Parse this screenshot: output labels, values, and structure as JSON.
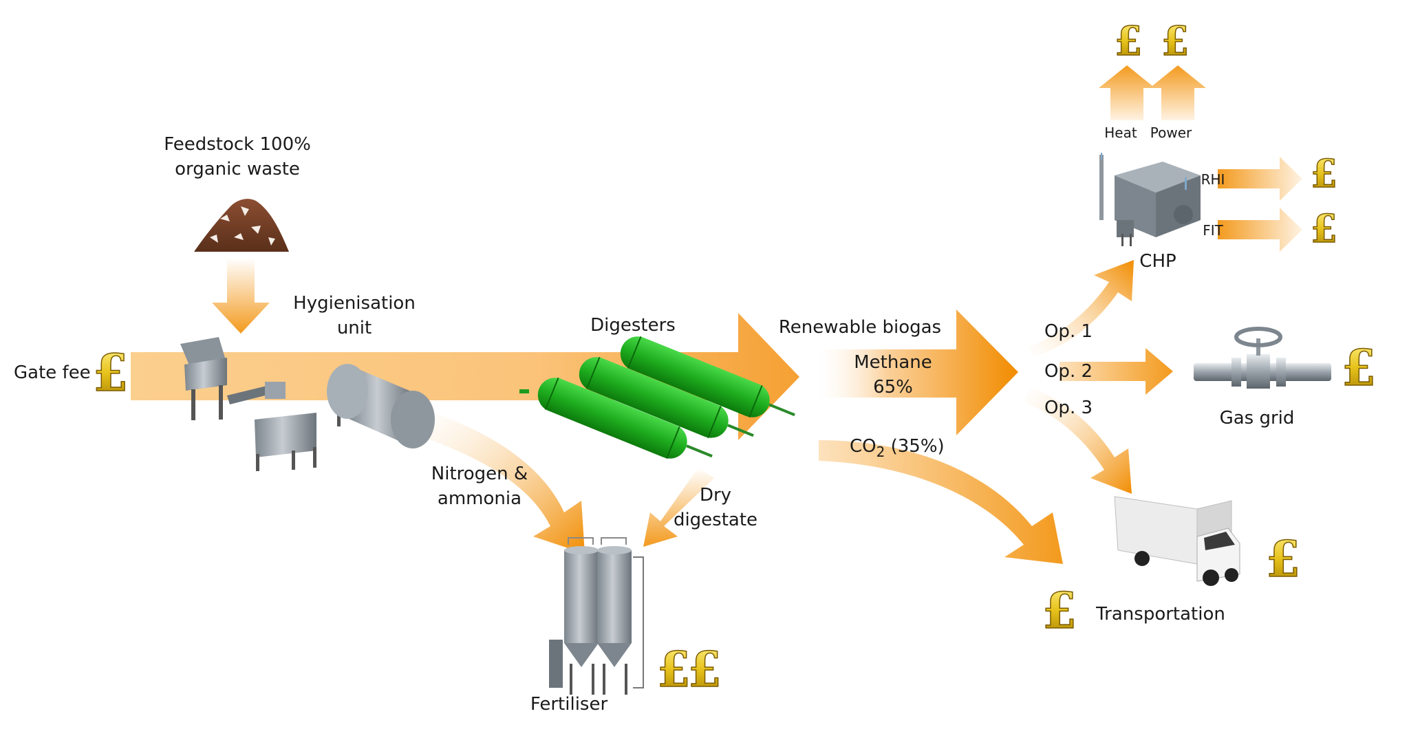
{
  "labels": {
    "feedstock_line1": "Feedstock 100%",
    "feedstock_line2": "organic waste",
    "gate_fee": "Gate fee",
    "hygienisation_line1": "Hygienisation",
    "hygienisation_line2": "unit",
    "digesters": "Digesters",
    "renewable_biogas": "Renewable biogas",
    "methane_line1": "Methane",
    "methane_line2": "65%",
    "co2_prefix": "CO",
    "co2_sub": "2",
    "co2_suffix": " (35%)",
    "nitrogen_line1": "Nitrogen &",
    "nitrogen_line2": "ammonia",
    "dry_line1": "Dry",
    "dry_line2": "digestate",
    "fertiliser": "Fertiliser",
    "op1": "Op. 1",
    "op2": "Op. 2",
    "op3": "Op. 3",
    "heat": "Heat",
    "power": "Power",
    "rhi": "RHI",
    "fit": "FIT",
    "chp": "CHP",
    "gas_grid": "Gas grid",
    "transportation": "Transportation"
  },
  "currency_symbol": "£",
  "colors": {
    "arrow_light": "#fbd9a6",
    "arrow_dark": "#f18c00",
    "digester_green": "#22b022",
    "gold": "#e2c21c",
    "equipment_grey": "#9aa3ab"
  },
  "icons": [
    "pound-coin-icon",
    "waste-heap-icon",
    "shredder-icon",
    "tank-icon",
    "digester-icon",
    "silo-icon",
    "chp-unit-icon",
    "pipe-valve-icon",
    "truck-icon"
  ]
}
